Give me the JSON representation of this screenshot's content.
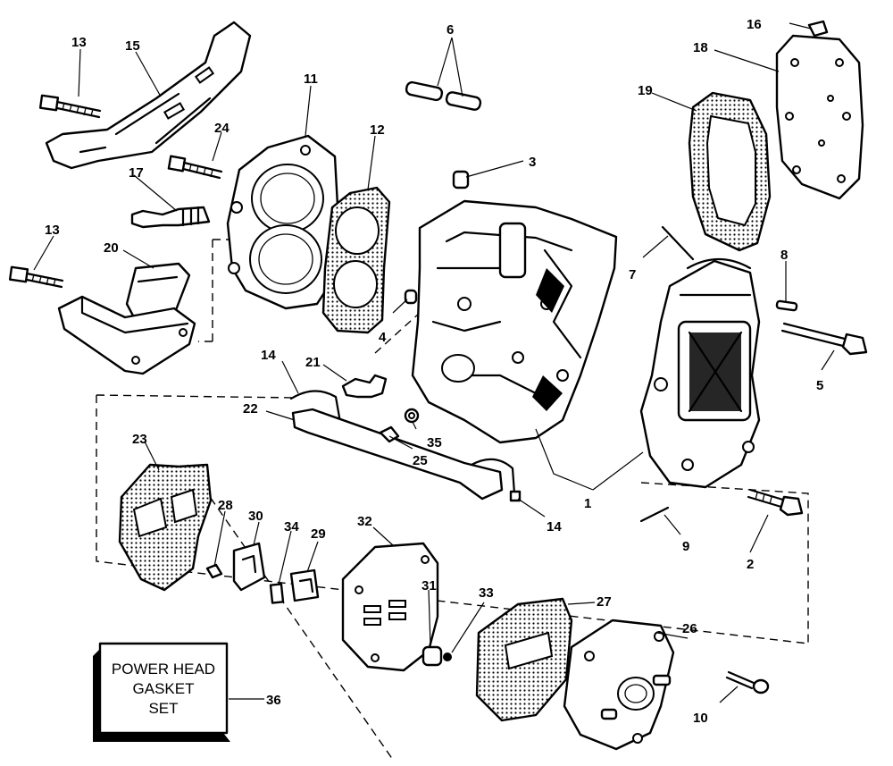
{
  "diagram": {
    "callouts": [
      {
        "id": "c1",
        "text": "1"
      },
      {
        "id": "c2",
        "text": "2"
      },
      {
        "id": "c3",
        "text": "3"
      },
      {
        "id": "c4",
        "text": "4"
      },
      {
        "id": "c5",
        "text": "5"
      },
      {
        "id": "c6",
        "text": "6"
      },
      {
        "id": "c7",
        "text": "7"
      },
      {
        "id": "c8",
        "text": "8"
      },
      {
        "id": "c9",
        "text": "9"
      },
      {
        "id": "c10",
        "text": "10"
      },
      {
        "id": "c11",
        "text": "11"
      },
      {
        "id": "c12",
        "text": "12"
      },
      {
        "id": "c13a",
        "text": "13"
      },
      {
        "id": "c13b",
        "text": "13"
      },
      {
        "id": "c14a",
        "text": "14"
      },
      {
        "id": "c14b",
        "text": "14"
      },
      {
        "id": "c15",
        "text": "15"
      },
      {
        "id": "c16",
        "text": "16"
      },
      {
        "id": "c17",
        "text": "17"
      },
      {
        "id": "c18",
        "text": "18"
      },
      {
        "id": "c19",
        "text": "19"
      },
      {
        "id": "c20",
        "text": "20"
      },
      {
        "id": "c21",
        "text": "21"
      },
      {
        "id": "c22",
        "text": "22"
      },
      {
        "id": "c23",
        "text": "23"
      },
      {
        "id": "c24",
        "text": "24"
      },
      {
        "id": "c25",
        "text": "25"
      },
      {
        "id": "c26",
        "text": "26"
      },
      {
        "id": "c27",
        "text": "27"
      },
      {
        "id": "c28",
        "text": "28"
      },
      {
        "id": "c29",
        "text": "29"
      },
      {
        "id": "c30",
        "text": "30"
      },
      {
        "id": "c31",
        "text": "31"
      },
      {
        "id": "c32",
        "text": "32"
      },
      {
        "id": "c33",
        "text": "33"
      },
      {
        "id": "c34",
        "text": "34"
      },
      {
        "id": "c35",
        "text": "35"
      },
      {
        "id": "c36",
        "text": "36"
      }
    ],
    "gasket_set_box": {
      "line1": "POWER HEAD",
      "line2": "GASKET",
      "line3": "SET"
    }
  }
}
